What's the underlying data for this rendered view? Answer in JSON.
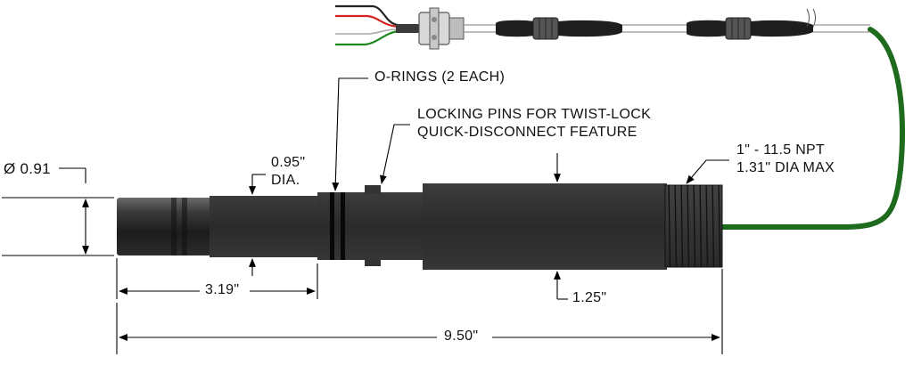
{
  "labels": {
    "o_rings": "O-RINGS (2 EACH)",
    "locking_pins_line1": "LOCKING PINS FOR TWIST-LOCK",
    "locking_pins_line2": "QUICK-DISCONNECT FEATURE",
    "tip_diameter": "Ø 0.91",
    "body_diameter_line1": "0.95\"",
    "body_diameter_line2": "DIA.",
    "thread_spec_line1": "1\" - 11.5 NPT",
    "thread_spec_line2": "1.31\" DIA MAX",
    "housing_diameter": "1.25\"",
    "tip_length": "3.19\"",
    "overall_length": "9.50\""
  },
  "colors": {
    "cable_green": "#1e6b1e",
    "wire_red": "#d42020",
    "wire_green": "#1e8a1e",
    "sensor_body": "#2e2e2e",
    "dimension_line": "#000000"
  }
}
